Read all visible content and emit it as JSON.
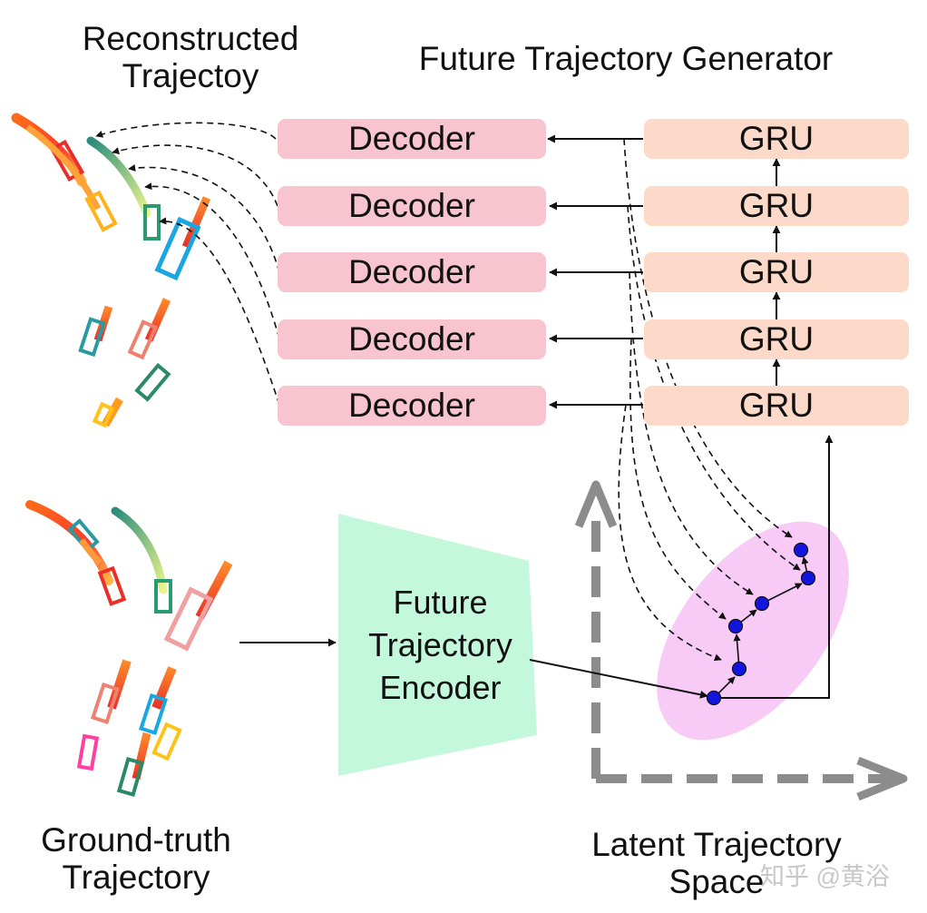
{
  "titles": {
    "generator": "Future Trajectory Generator",
    "reconstructed_line1": "Reconstructed",
    "reconstructed_line2": "Trajectoy",
    "ground_truth_line1": "Ground-truth",
    "ground_truth_line2": "Trajectory",
    "latent_line1": "Latent Trajectory",
    "latent_line2": "Space"
  },
  "decoders": [
    "Decoder",
    "Decoder",
    "Decoder",
    "Decoder",
    "Decoder"
  ],
  "grus": [
    "GRU",
    "GRU",
    "GRU",
    "GRU",
    "GRU"
  ],
  "encoder": {
    "line1": "Future",
    "line2": "Trajectory",
    "line3": "Encoder"
  },
  "watermark": "知乎 @黄浴",
  "colors": {
    "decoder_fill": "#f7c4d0",
    "gru_fill": "#fcd9c8",
    "encoder_fill": "#c4f8dc",
    "latent_ellipse": "#f8caf6",
    "latent_point": "#1414e0",
    "axis_gray": "#8c8c8c"
  }
}
